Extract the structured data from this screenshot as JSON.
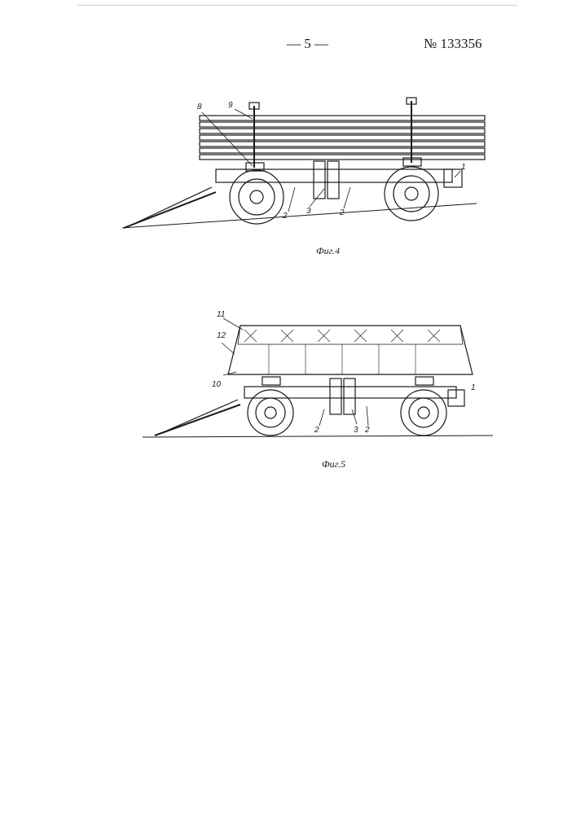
{
  "header": {
    "page_number": "— 5 —",
    "patent_number": "№ 133356"
  },
  "figures": [
    {
      "caption": "Фиг.4",
      "labels": [
        "1",
        "2",
        "2",
        "3",
        "8",
        "9"
      ]
    },
    {
      "caption": "Фиг.5",
      "labels": [
        "1",
        "2",
        "3",
        "2",
        "10",
        "11",
        "12"
      ]
    }
  ]
}
